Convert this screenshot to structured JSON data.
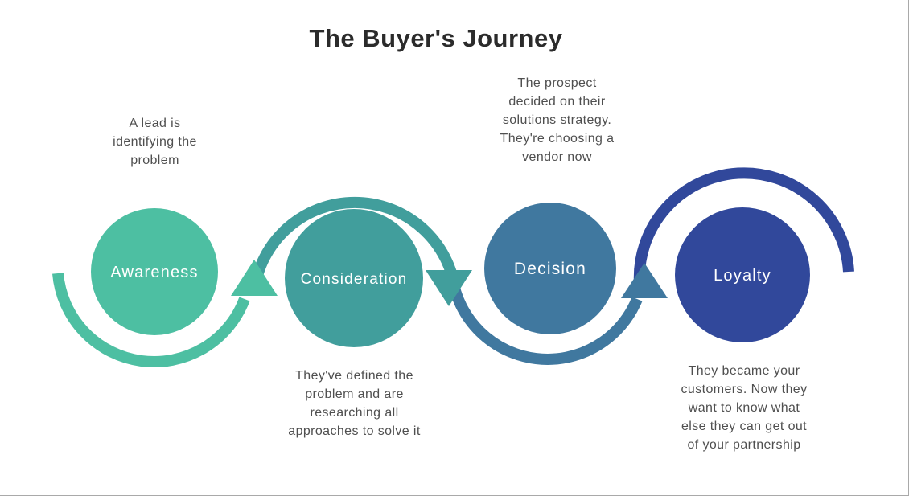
{
  "title": "The Buyer's Journey",
  "colors": {
    "background": "#ffffff",
    "title": "#2b2b2b",
    "body_text": "#4f4f4f",
    "circle_label": "#ffffff",
    "edge": "#a9a9a9"
  },
  "stages": [
    {
      "label": "Awareness",
      "color": "#4dbfa2",
      "description_position": "above",
      "description_lines": [
        "A lead is",
        "identifying the",
        "problem"
      ]
    },
    {
      "label": "Consideration",
      "color": "#419e9c",
      "description_position": "below",
      "description_lines": [
        "They've defined the",
        "problem and are",
        "researching all",
        "approaches to solve it"
      ]
    },
    {
      "label": "Decision",
      "color": "#40789f",
      "description_position": "above",
      "description_lines": [
        "The prospect",
        "decided on their",
        "solutions strategy.",
        "They're choosing a",
        "vendor now"
      ]
    },
    {
      "label": "Loyalty",
      "color": "#31489b",
      "description_position": "below",
      "description_lines": [
        "They became your",
        "customers. Now they",
        "want to know what",
        "else they can get out",
        "of your partnership"
      ]
    }
  ]
}
